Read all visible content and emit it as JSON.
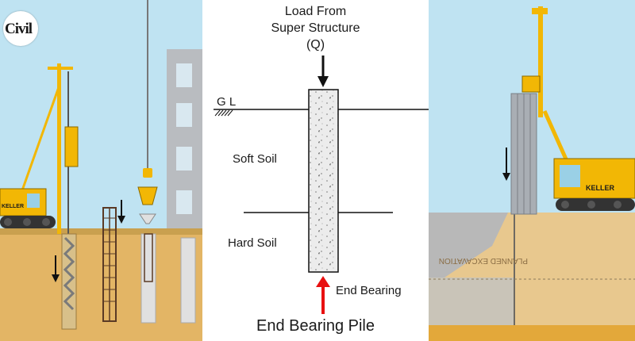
{
  "logo": {
    "text": "Civil"
  },
  "diagram": {
    "load_title": "Load From\nSuper Structure",
    "load_symbol": "(Q)",
    "ground_level_label": "G L",
    "soft_soil_label": "Soft Soil",
    "hard_soil_label": "Hard Soil",
    "end_bearing_label": "End  Bearing",
    "pile_title": "End  Bearing Pile"
  },
  "right_illustration": {
    "rig_brand": "KELLER",
    "excavation_label": "PLANNED EXCAVATION"
  },
  "colors": {
    "sky": "#bfe3f2",
    "soil": "#e3b565",
    "rig_yellow": "#f2b705",
    "load_arrow": "#111111",
    "bearing_arrow": "#e81010"
  }
}
